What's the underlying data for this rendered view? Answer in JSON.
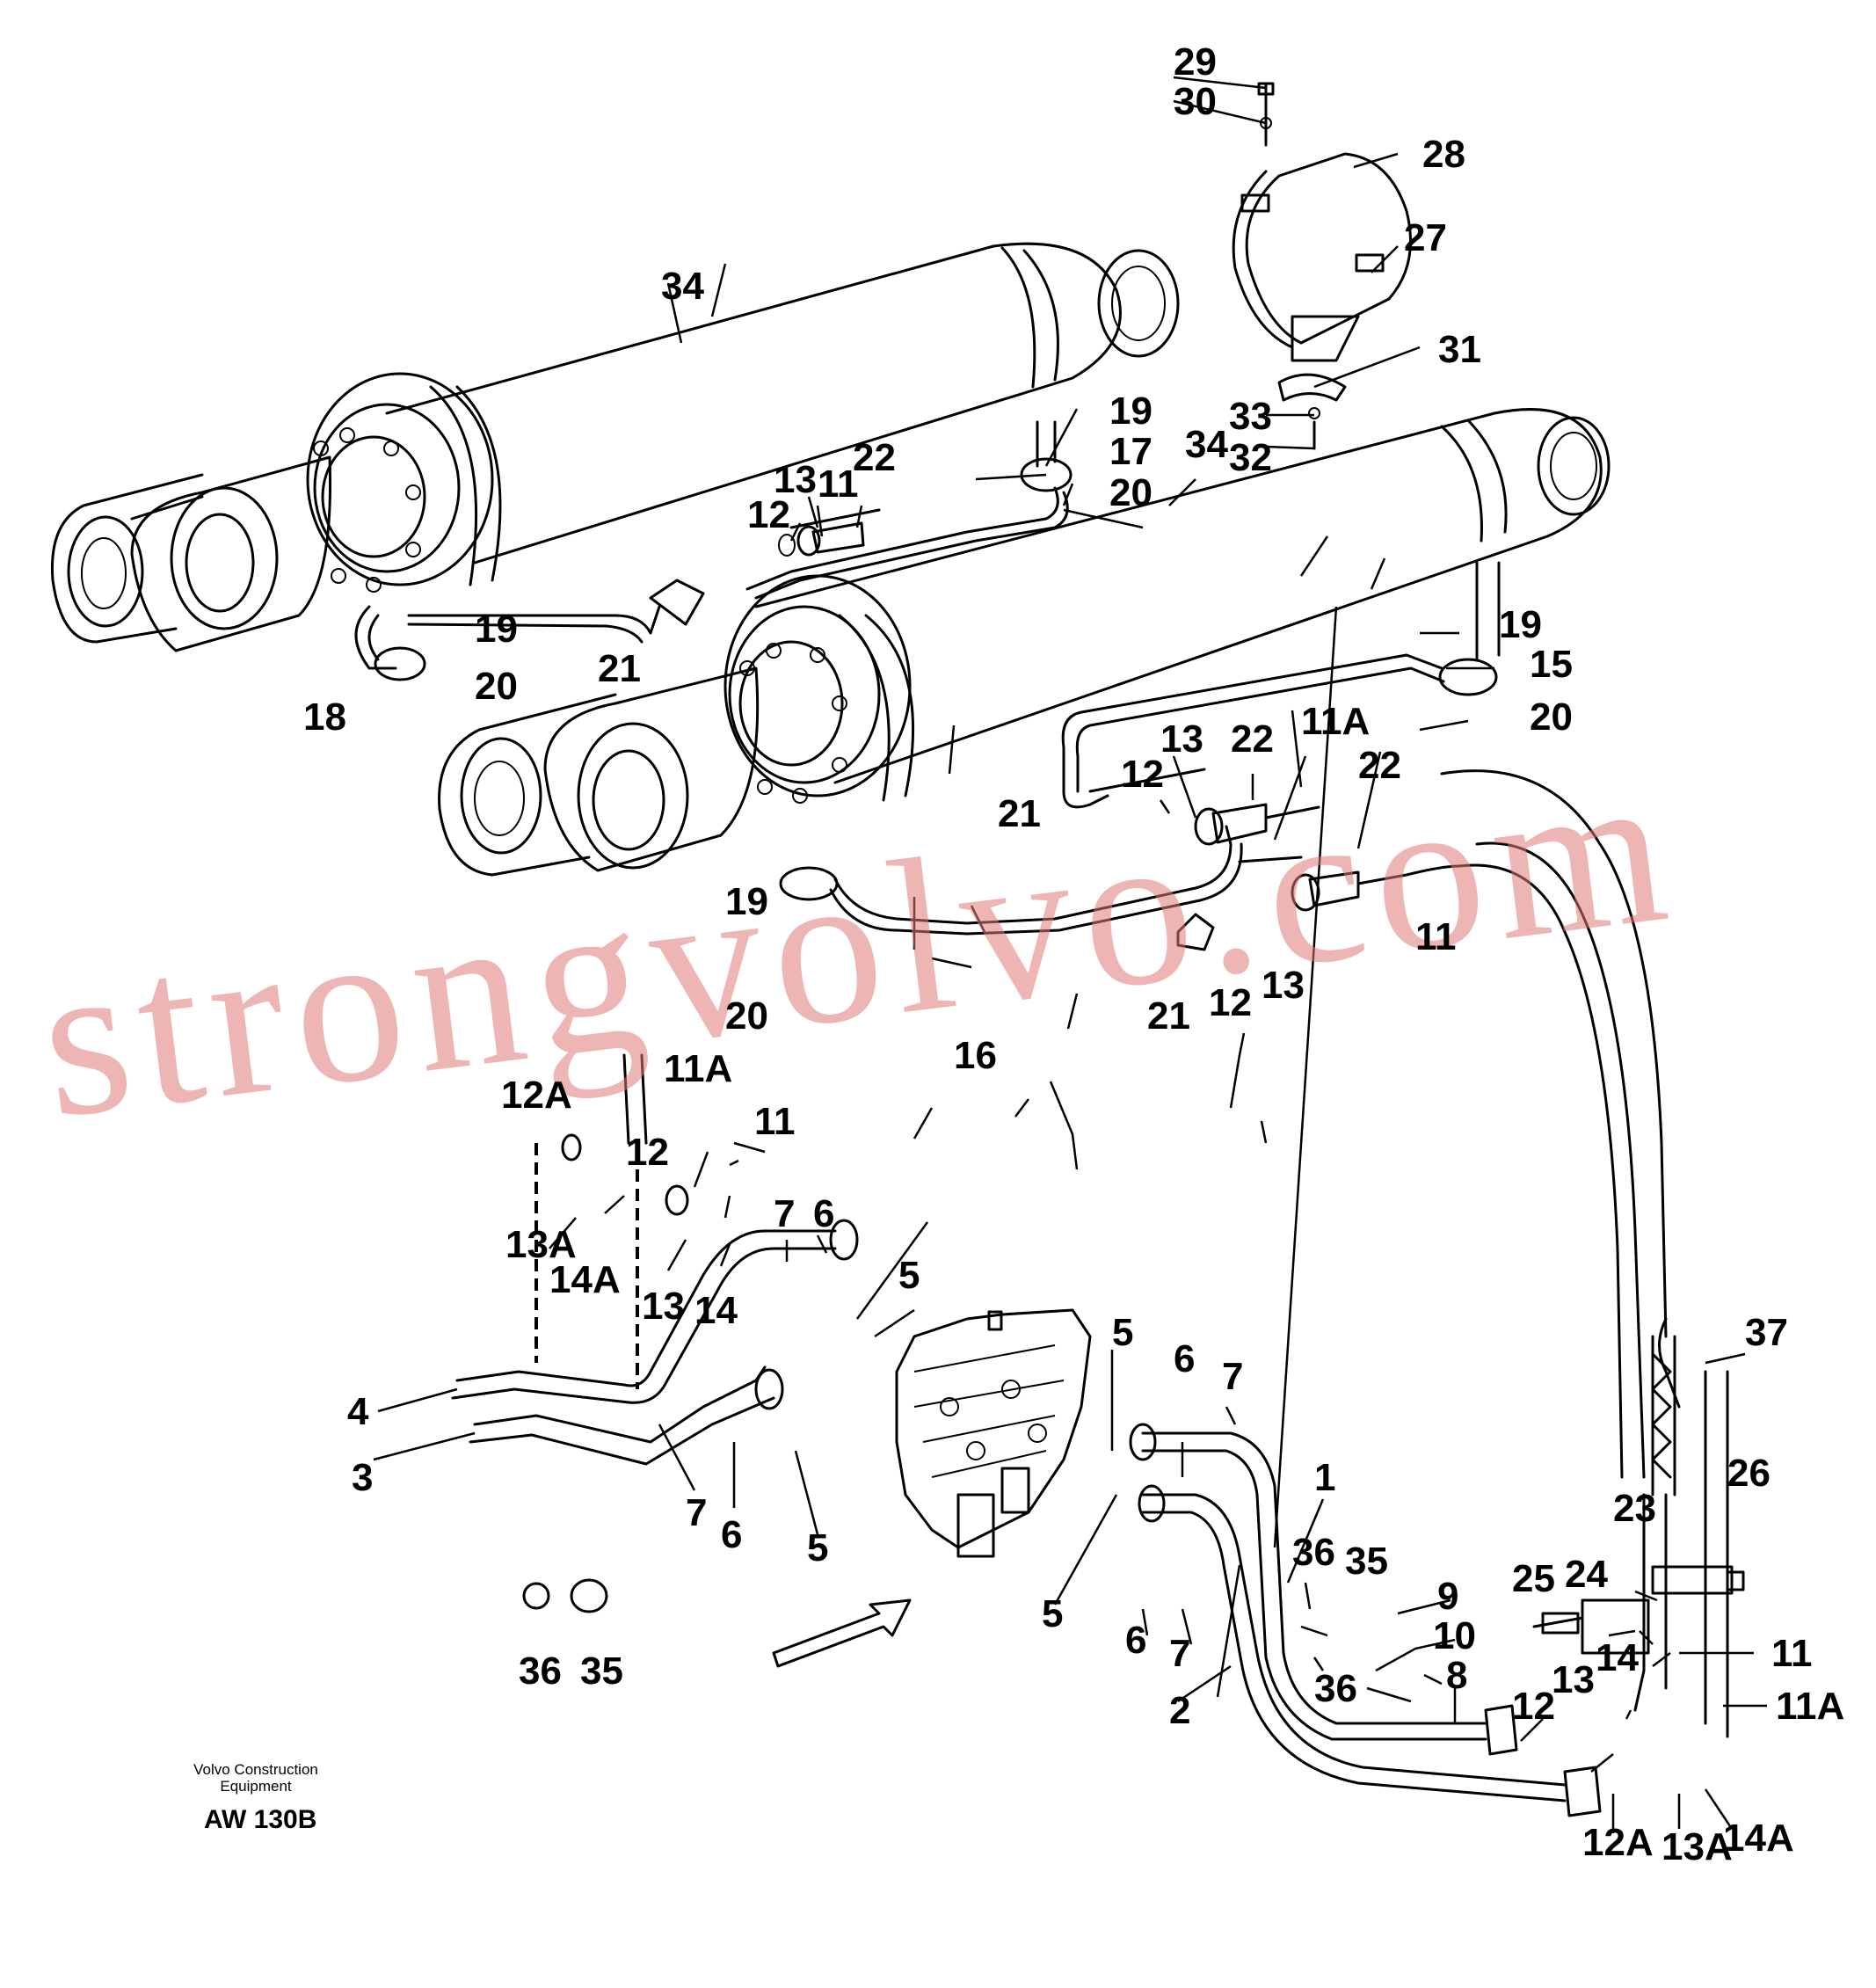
{
  "watermark": "strongvolvo.com",
  "footer": {
    "company_line1": "Volvo Construction",
    "company_line2": "Equipment",
    "code": "AW 130B"
  },
  "callouts": [
    "34",
    "34",
    "29",
    "30",
    "28",
    "27",
    "31",
    "33",
    "32",
    "19",
    "17",
    "20",
    "22",
    "13",
    "11",
    "12",
    "21",
    "19",
    "20",
    "18",
    "19",
    "15",
    "20",
    "11A",
    "22",
    "13",
    "22",
    "12",
    "21",
    "11",
    "13",
    "12",
    "21",
    "19",
    "20",
    "16",
    "12A",
    "11A",
    "11",
    "12",
    "13A",
    "14A",
    "13",
    "14",
    "7",
    "6",
    "5",
    "4",
    "3",
    "7",
    "6",
    "5",
    "5",
    "6",
    "7",
    "1",
    "36",
    "35",
    "9",
    "10",
    "8",
    "36",
    "5",
    "6",
    "7",
    "2",
    "36",
    "35",
    "37",
    "26",
    "23",
    "24",
    "25",
    "11",
    "13",
    "14",
    "11A",
    "12",
    "12A",
    "13A",
    "14A"
  ]
}
